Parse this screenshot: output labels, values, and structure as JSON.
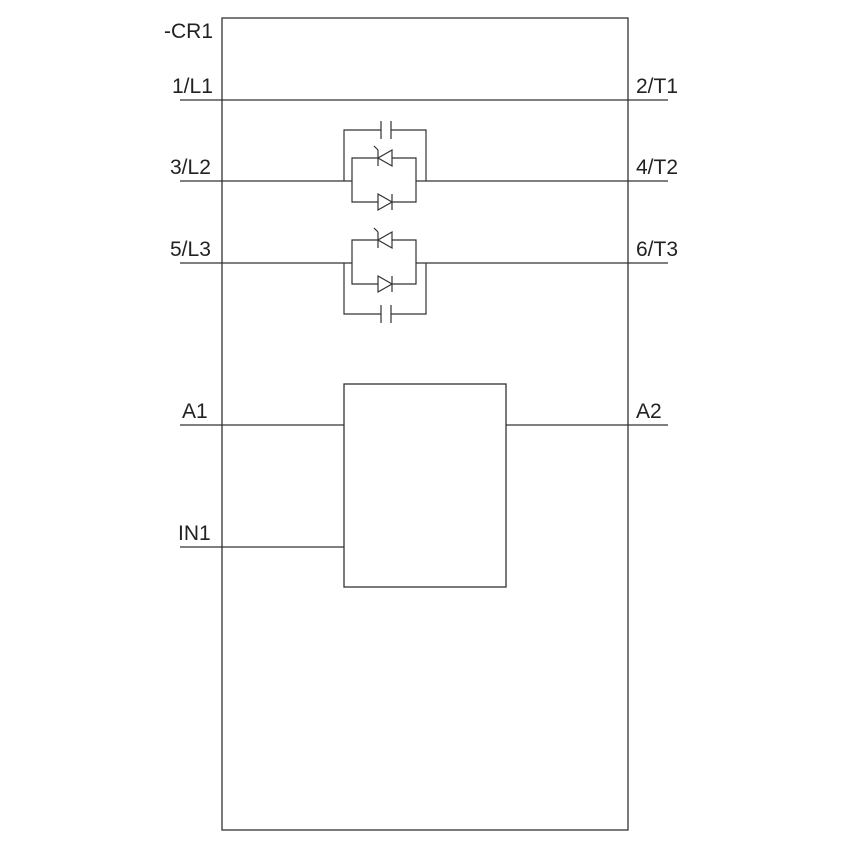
{
  "device_tag": "-CR1",
  "terminals": {
    "line_1": "1/L1",
    "line_2": "3/L2",
    "line_3": "5/L3",
    "load_1": "2/T1",
    "load_2": "4/T2",
    "load_3": "6/T3",
    "coil_a1": "A1",
    "coil_a2": "A2",
    "control_in1": "IN1"
  },
  "colors": {
    "stroke": "#333333",
    "text": "#222222",
    "background": "#ffffff"
  }
}
